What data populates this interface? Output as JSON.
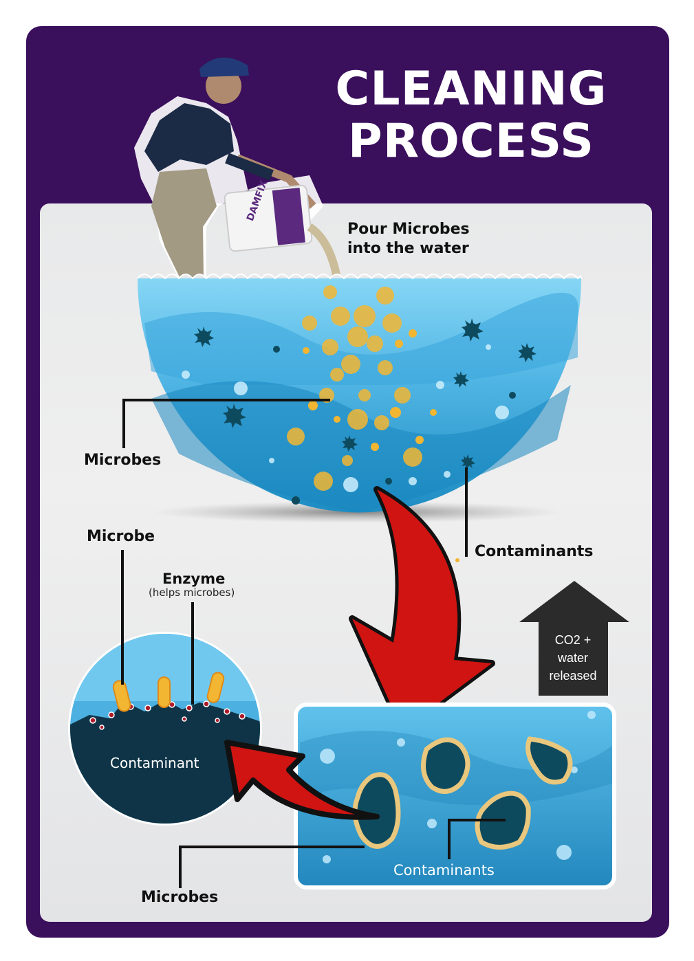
{
  "title": {
    "line1": "CLEANING",
    "line2": "PROCESS"
  },
  "labels": {
    "pour_line1": "Pour Microbes",
    "pour_line2": "into the water",
    "microbes_top": "Microbes",
    "contaminants_top": "Contaminants",
    "microbe": "Microbe",
    "enzyme": "Enzyme",
    "enzyme_note": "(helps microbes)",
    "contaminant_circle": "Contaminant",
    "co2": "CO2 + water released",
    "co2_line1": "CO2 +",
    "co2_line2": "water",
    "co2_line3": "released",
    "contaminants_box": "Contaminants",
    "microbes_bottom": "Microbes"
  },
  "product": {
    "brand": "DAMFIX"
  },
  "colors": {
    "frame": "#3a0f5c",
    "panel": "#ececec",
    "water_light": "#7fd0f2",
    "water_dark": "#1e8fc4",
    "microbe": "#f2b632",
    "contaminant": "#0e4a5e",
    "arrow": "#c4110f",
    "co2_arrow": "#2b2b2b"
  },
  "icons": [
    "worker-figure",
    "bottle-icon",
    "bowl-water",
    "microbe-dot",
    "contaminant-spike",
    "red-curved-arrow",
    "up-arrow"
  ]
}
